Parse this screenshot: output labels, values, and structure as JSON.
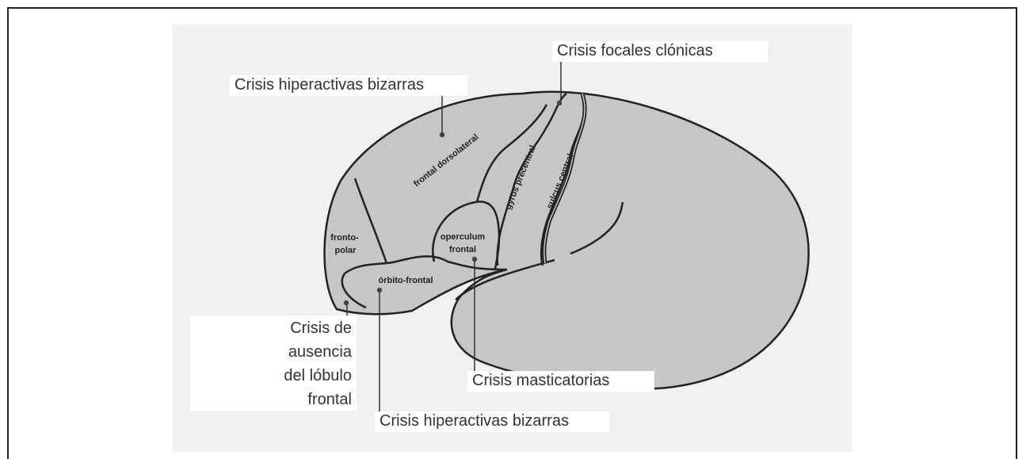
{
  "colors": {
    "brain_fill": "#c6c6c6",
    "outline": "#222222",
    "panel": "#f1f1f1"
  },
  "regions": {
    "frontal_dorsolateral": "frontal dorsolateral",
    "gyrus_precentral": "gyrus precentral",
    "sulcus_central": "sulcus central",
    "fronto_polar_1": "fronto-",
    "fronto_polar_2": "polar",
    "operculum_1": "operculum",
    "operculum_2": "frontal",
    "orbito_frontal": "órbito-frontal"
  },
  "callouts": {
    "focales_clonicas": "Crisis focales clónicas",
    "hiperactivas_top": "Crisis hiperactivas bizarras",
    "ausencia_1": "Crisis de",
    "ausencia_2": "ausencia",
    "ausencia_3": "del lóbulo",
    "ausencia_4": "frontal",
    "masticatorias": "Crisis masticatorias",
    "hiperactivas_bottom": "Crisis hiperactivas bizarras"
  }
}
